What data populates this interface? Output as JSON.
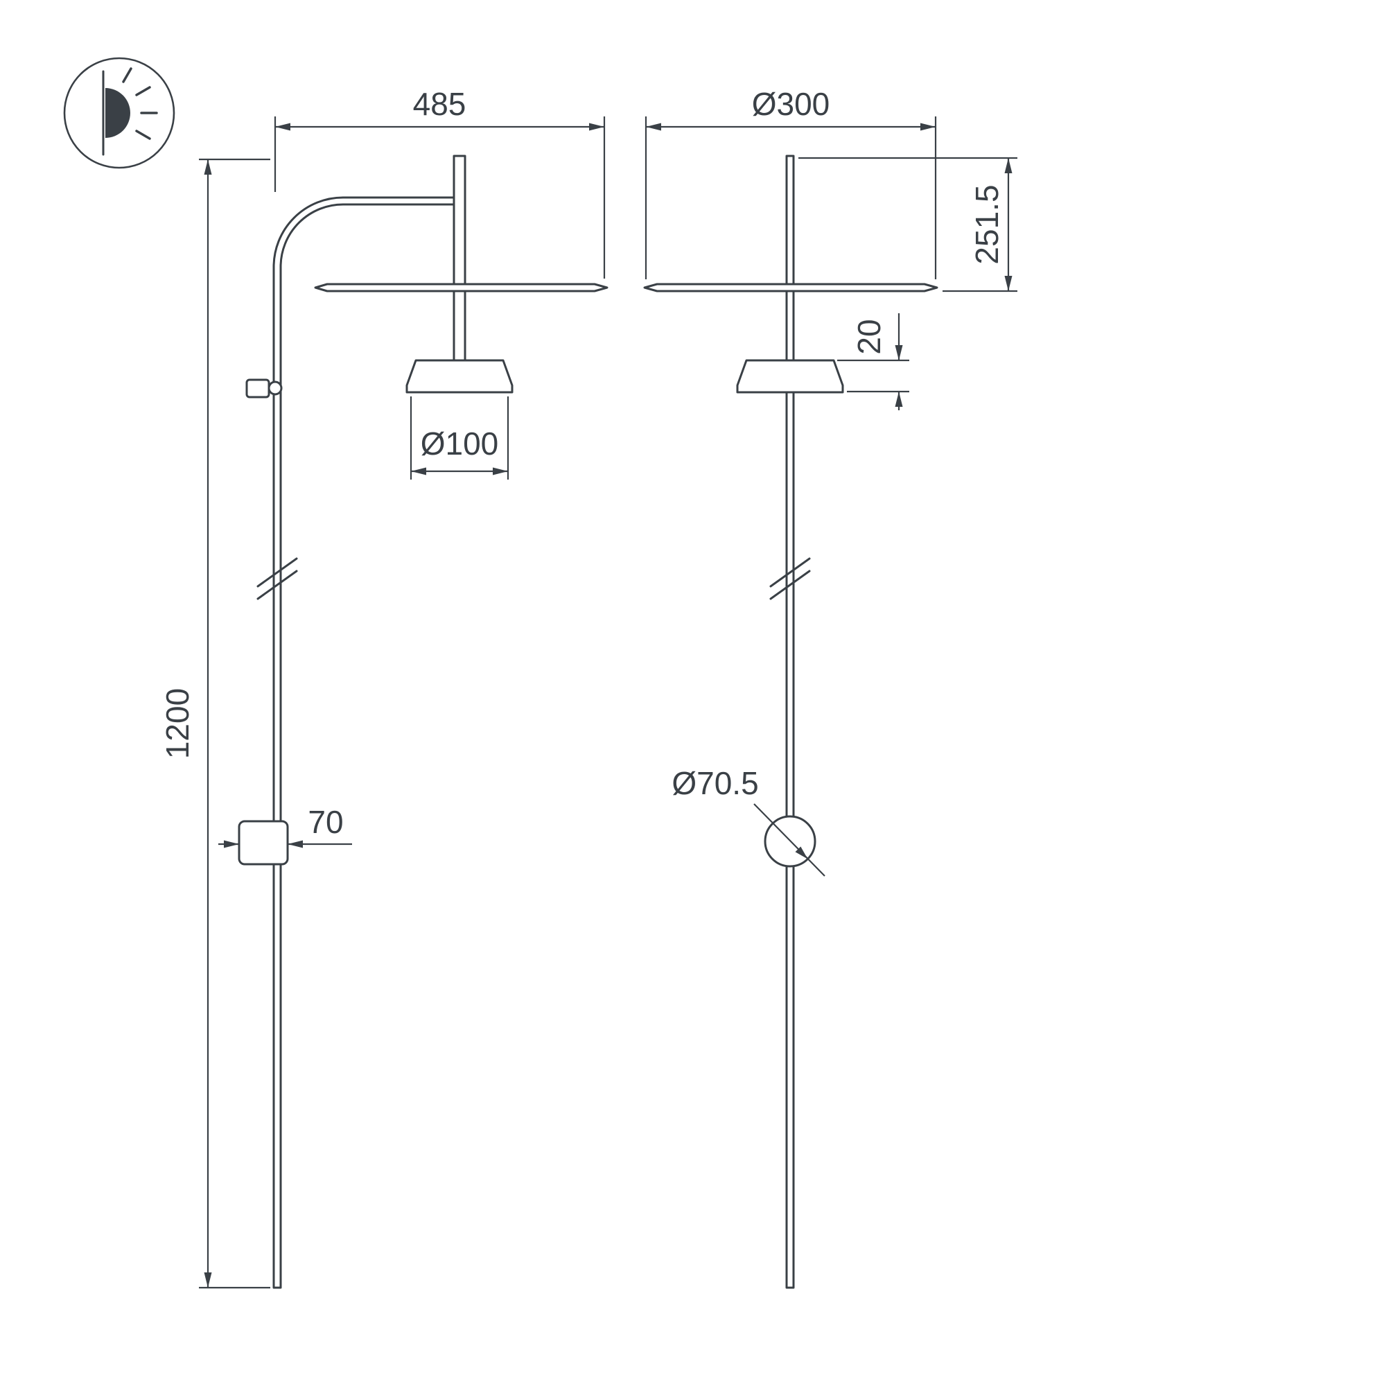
{
  "drawing": {
    "subject": "Wall-mounted lamp — two-view dimensional drawing",
    "line_color": "#3a4046",
    "background_color": "#ffffff",
    "dims": {
      "arm_reach": "485",
      "pole_height": "1200",
      "shade_diameter": "Ø100",
      "mount_width": "70",
      "disc_diameter": "Ø300",
      "head_height": "251.5",
      "shade_height": "20",
      "knob_diameter": "Ø70.5"
    },
    "icon": "wall-light-icon"
  }
}
